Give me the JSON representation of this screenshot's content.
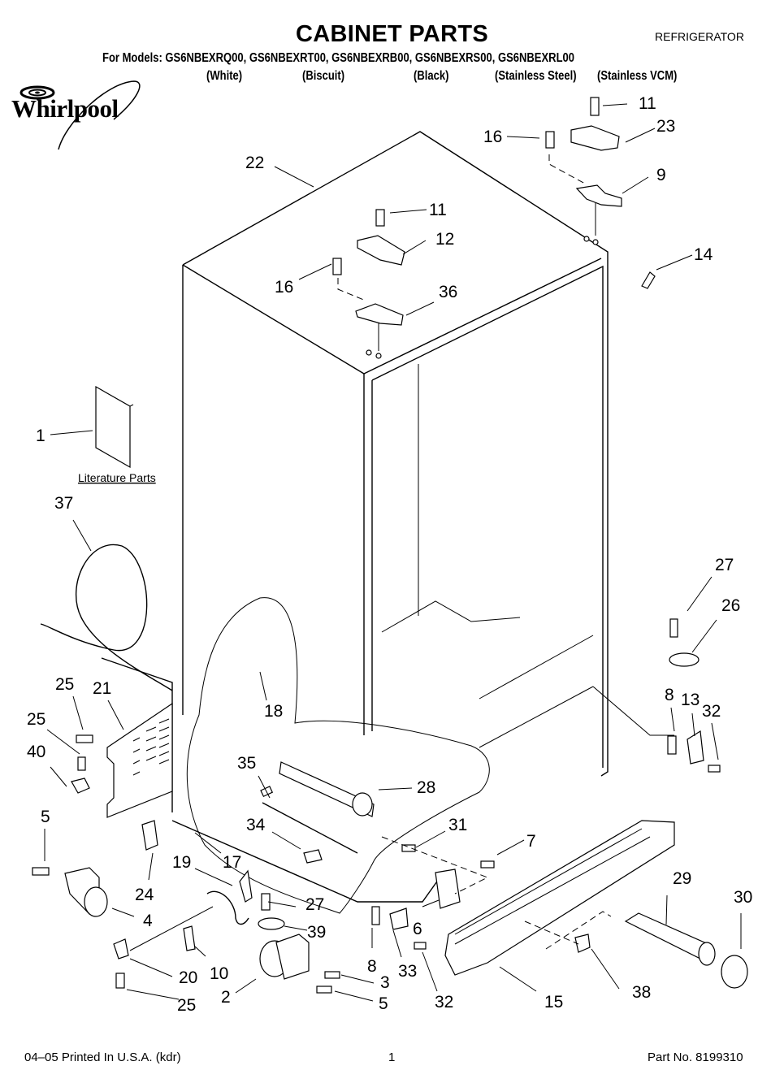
{
  "header": {
    "title": "CABINET PARTS",
    "product_type": "REFRIGERATOR",
    "models_line": "For Models: GS6NBEXRQ00, GS6NBEXRT00, GS6NBEXRB00, GS6NBEXRS00, GS6NBEXRL00",
    "model_colors": [
      "(White)",
      "(Biscuit)",
      "(Black)",
      "(Stainless Steel)",
      "(Stainless VCM)"
    ]
  },
  "brand": {
    "logo_text": "Whirlpool"
  },
  "diagram": {
    "literature_label": "Literature Parts",
    "callouts": [
      "11",
      "23",
      "16",
      "9",
      "22",
      "11",
      "12",
      "14",
      "16",
      "36",
      "1",
      "37",
      "27",
      "26",
      "18",
      "8",
      "13",
      "32",
      "25",
      "21",
      "25",
      "40",
      "35",
      "28",
      "5",
      "34",
      "31",
      "7",
      "19",
      "17",
      "24",
      "27",
      "29",
      "30",
      "4",
      "39",
      "6",
      "8",
      "33",
      "20",
      "10",
      "3",
      "2",
      "25",
      "5",
      "32",
      "15",
      "38"
    ]
  },
  "footer": {
    "print_info": "04–05 Printed In U.S.A. (kdr)",
    "page_number": "1",
    "part_number": "Part No. 8199310"
  }
}
